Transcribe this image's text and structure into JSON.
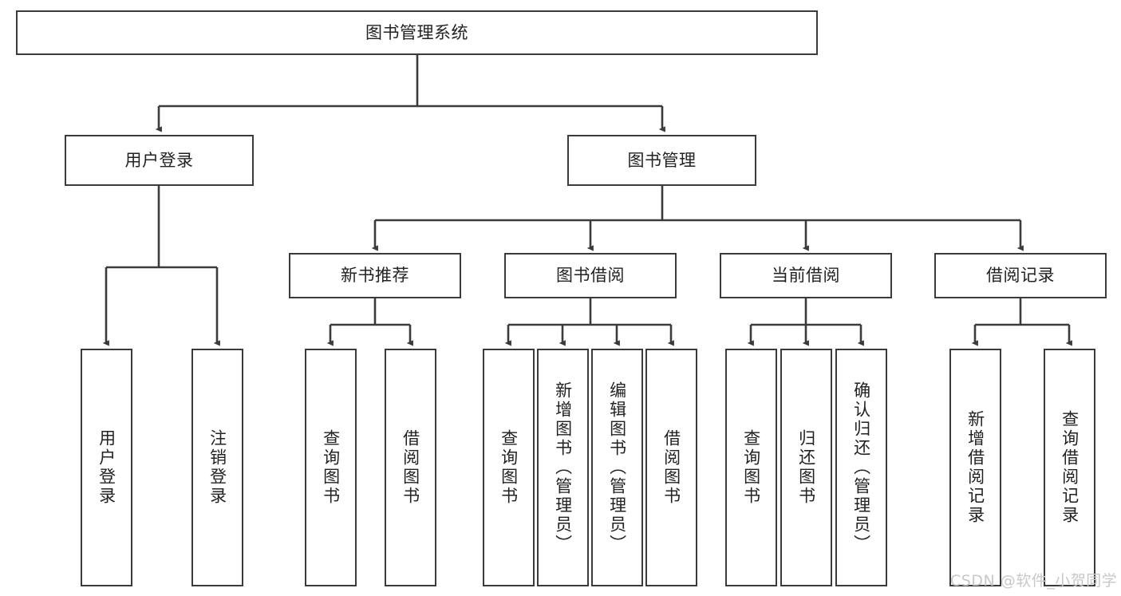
{
  "diagram": {
    "title": "图书管理系统",
    "type": "tree-hierarchy",
    "watermark": "CSDN @软件_小贺同学",
    "colors": {
      "box_border": "#3b3b3b",
      "box_fill": "#ffffff",
      "connector": "#3b3b3b",
      "text": "#222222",
      "watermark": "#c8c8c8",
      "background": "#ffffff"
    },
    "levels": {
      "root": {
        "label": "图书管理系统"
      },
      "level2": [
        {
          "id": "user-login",
          "label": "用户登录"
        },
        {
          "id": "book-management",
          "label": "图书管理"
        }
      ],
      "level3": [
        {
          "id": "new-book-recommend",
          "label": "新书推荐",
          "parent": "book-management"
        },
        {
          "id": "book-borrow",
          "label": "图书借阅",
          "parent": "book-management"
        },
        {
          "id": "current-borrow",
          "label": "当前借阅",
          "parent": "book-management"
        },
        {
          "id": "borrow-record",
          "label": "借阅记录",
          "parent": "book-management"
        }
      ],
      "leaves": [
        {
          "id": "leaf-user-login",
          "label": "用户登录",
          "parent": "user-login"
        },
        {
          "id": "leaf-logout-login",
          "label": "注销登录",
          "parent": "user-login"
        },
        {
          "id": "leaf-query-book-1",
          "label": "查询图书",
          "parent": "new-book-recommend"
        },
        {
          "id": "leaf-borrow-book-1",
          "label": "借阅图书",
          "parent": "new-book-recommend"
        },
        {
          "id": "leaf-query-book-2",
          "label": "查询图书",
          "parent": "book-borrow"
        },
        {
          "id": "leaf-add-book",
          "label": "新增图书（管理员）",
          "parent": "book-borrow"
        },
        {
          "id": "leaf-edit-book",
          "label": "编辑图书（管理员）",
          "parent": "book-borrow"
        },
        {
          "id": "leaf-borrow-book-2",
          "label": "借阅图书",
          "parent": "book-borrow"
        },
        {
          "id": "leaf-query-book-3",
          "label": "查询图书",
          "parent": "current-borrow"
        },
        {
          "id": "leaf-return-book",
          "label": "归还图书",
          "parent": "current-borrow"
        },
        {
          "id": "leaf-confirm-return",
          "label": "确认归还（管理员）",
          "parent": "current-borrow"
        },
        {
          "id": "leaf-add-record",
          "label": "新增借阅记录",
          "parent": "borrow-record"
        },
        {
          "id": "leaf-query-record",
          "label": "查询借阅记录",
          "parent": "borrow-record"
        }
      ]
    }
  }
}
